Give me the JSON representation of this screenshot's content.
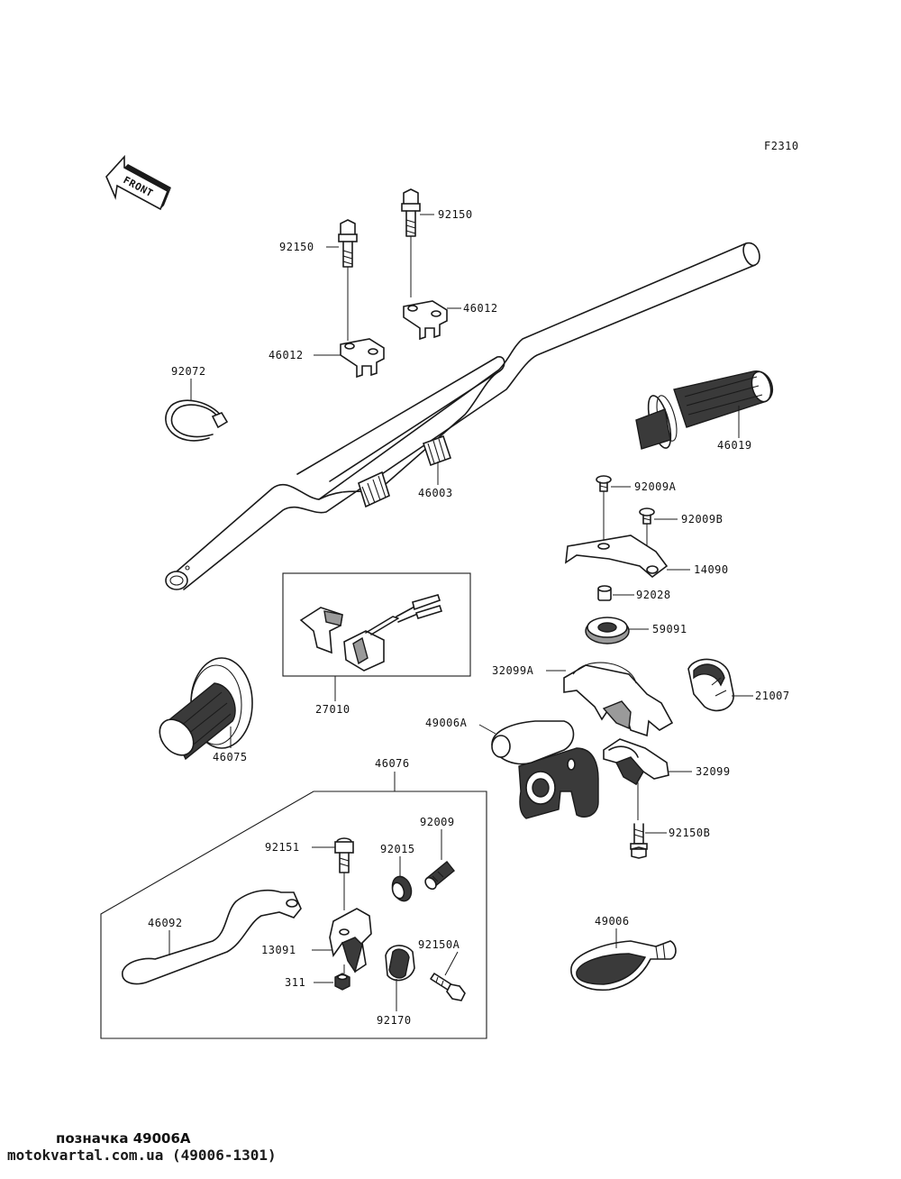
{
  "diagram": {
    "code": "F2310",
    "front_label": "FRONT",
    "parts": {
      "bolt_92150_left": "92150",
      "bolt_92150_right": "92150",
      "clamp_46012_left": "46012",
      "clamp_46012_right": "46012",
      "band_92072": "92072",
      "handlebar_46003": "46003",
      "grip_46019": "46019",
      "screw_92009A": "92009A",
      "screw_92009B": "92009B",
      "plate_14090": "14090",
      "collar_92028": "92028",
      "seal_59091": "59091",
      "switch_27010": "27010",
      "housing_32099A": "32099A",
      "cover_21007": "21007",
      "throttle_49006A": "49006A",
      "housing_32099": "32099",
      "bolt_92150B": "92150B",
      "grip_46075": "46075",
      "lever_assy_46076": "46076",
      "bolt_92151": "92151",
      "adjuster_92015": "92015",
      "bolt_92009": "92009",
      "lever_46092": "46092",
      "holder_13091": "13091",
      "bolt_92150A": "92150A",
      "nut_311": "311",
      "clamp_92170": "92170",
      "cover_49006": "49006"
    }
  },
  "footer": {
    "caption": "позначка 49006A",
    "source": "motokvartal.com.ua (49006-1301)"
  }
}
